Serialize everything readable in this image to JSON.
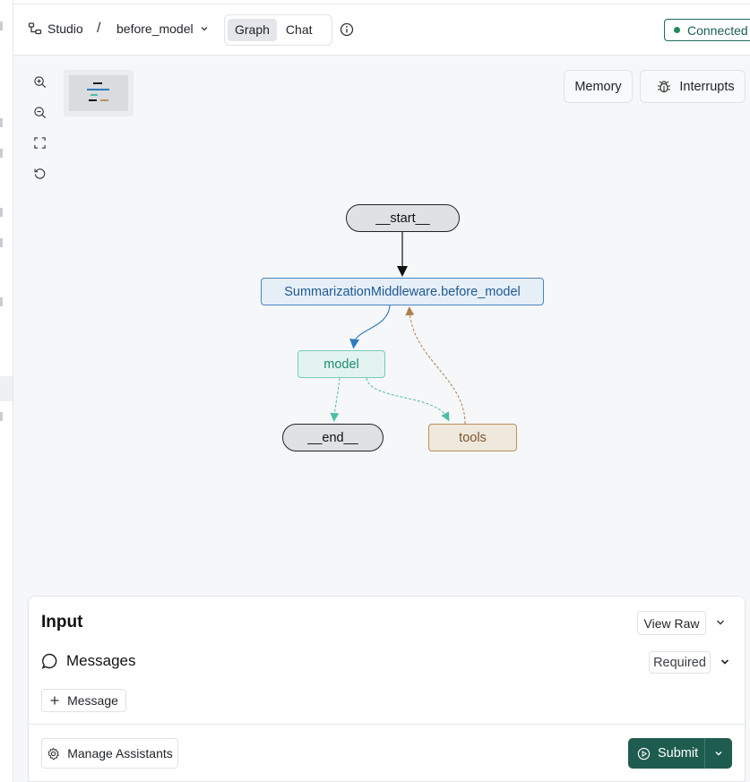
{
  "header": {
    "brand_label": "Studio",
    "separator": "/",
    "graph_name": "before_model",
    "view_tabs": [
      {
        "label": "Graph",
        "active": true
      },
      {
        "label": "Chat",
        "active": false
      }
    ],
    "connection_status": "Connected",
    "status_color": "#1f8a5c"
  },
  "canvas": {
    "controls": [
      "zoom-in-icon",
      "zoom-out-icon",
      "fit-view-icon",
      "reset-icon"
    ],
    "memory_label": "Memory",
    "interrupts_label": "Interrupts"
  },
  "graph": {
    "nodes": [
      {
        "id": "start",
        "label": "__start__"
      },
      {
        "id": "middleware",
        "label": "SummarizationMiddleware.before_model"
      },
      {
        "id": "model",
        "label": "model"
      },
      {
        "id": "end",
        "label": "__end__"
      },
      {
        "id": "tools",
        "label": "tools"
      }
    ],
    "edges": [
      {
        "from": "start",
        "to": "middleware",
        "style": "solid",
        "color": "#111111"
      },
      {
        "from": "middleware",
        "to": "model",
        "style": "solid",
        "color": "#2f7bbf"
      },
      {
        "from": "model",
        "to": "end",
        "style": "dashed",
        "color": "#4dbfa6"
      },
      {
        "from": "model",
        "to": "tools",
        "style": "dashed",
        "color": "#4dbfa6"
      },
      {
        "from": "tools",
        "to": "middleware",
        "style": "dashed",
        "color": "#a9804e"
      }
    ]
  },
  "input_panel": {
    "title": "Input",
    "view_raw_label": "View Raw",
    "messages_label": "Messages",
    "required_label": "Required",
    "add_message_label": "Message",
    "manage_assistants_label": "Manage Assistants",
    "submit_label": "Submit",
    "submit_color": "#1f5c50"
  }
}
